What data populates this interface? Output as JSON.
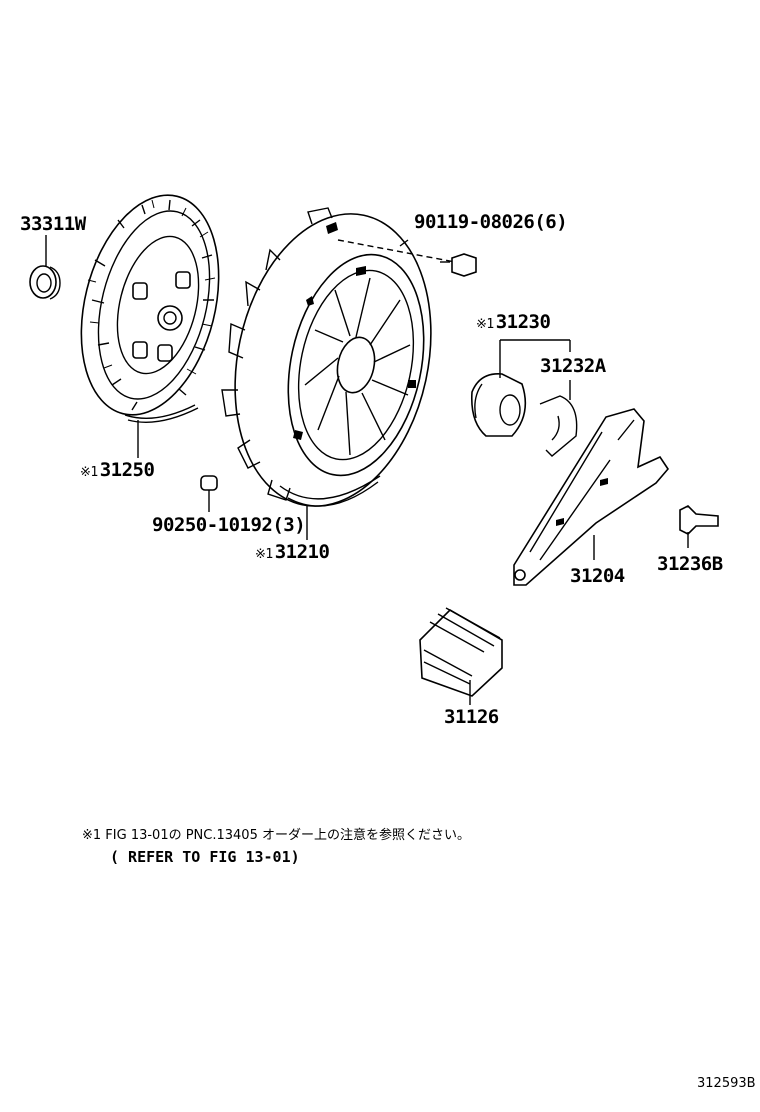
{
  "parts": {
    "p33311w": {
      "number": "33311W"
    },
    "p90119": {
      "number": "90119-08026(6)"
    },
    "p31230": {
      "mark": "※1",
      "number": "31230"
    },
    "p31232a": {
      "number": "31232A"
    },
    "p31250": {
      "mark": "※1",
      "number": "31250"
    },
    "p90250": {
      "number": "90250-10192(3)"
    },
    "p31210": {
      "mark": "※1",
      "number": "31210"
    },
    "p31204": {
      "number": "31204"
    },
    "p31236b": {
      "number": "31236B"
    },
    "p31126": {
      "number": "31126"
    }
  },
  "notes": {
    "line1": "※1 FIG 13-01の PNC.13405 オーダー上の注意を参照ください。",
    "line2": "( REFER TO FIG 13-01)"
  },
  "figure_id": "312593B",
  "colors": {
    "ink": "#000000",
    "paper": "#ffffff"
  }
}
